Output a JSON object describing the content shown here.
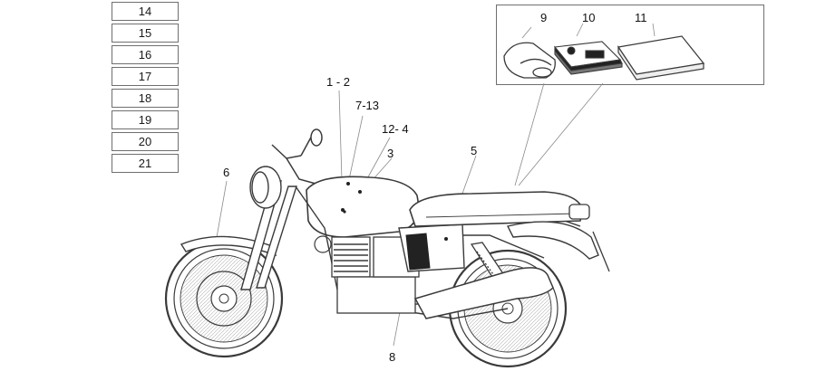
{
  "ref_boxes": [
    "14",
    "15",
    "16",
    "17",
    "18",
    "19",
    "20",
    "21"
  ],
  "callouts": {
    "c1_2": "1 - 2",
    "c7_13": "7-13",
    "c12_4": "12- 4",
    "c3": "3",
    "c5": "5",
    "c6": "6",
    "c8": "8",
    "c9": "9",
    "c10": "10",
    "c11": "11"
  },
  "colors": {
    "line": "#3a3a3a",
    "leader": "#8a8a8a",
    "box_border": "#6f6f6f",
    "fill_dark": "#222222"
  }
}
